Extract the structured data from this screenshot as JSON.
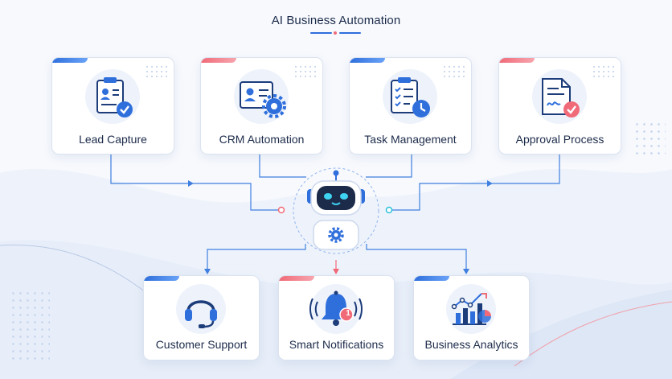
{
  "title": "AI Business Automation",
  "colors": {
    "primary": "#2f6fdc",
    "accent": "#f06a78",
    "navy": "#1c2b4a",
    "cyan": "#29c1d8"
  },
  "top_cards": [
    {
      "label": "Lead Capture",
      "icon": "clipboard-user-check-icon",
      "accent": "blue"
    },
    {
      "label": "CRM Automation",
      "icon": "profile-gear-icon",
      "accent": "pink"
    },
    {
      "label": "Task Management",
      "icon": "checklist-clock-icon",
      "accent": "blue"
    },
    {
      "label": "Approval Process",
      "icon": "document-signature-check-icon",
      "accent": "pink"
    }
  ],
  "hub": {
    "icon": "robot-gear-icon"
  },
  "bottom_cards": [
    {
      "label": "Customer Support",
      "icon": "headset-icon",
      "accent": "blue"
    },
    {
      "label": "Smart Notifications",
      "icon": "bell-notification-icon",
      "accent": "pink",
      "badge": "1"
    },
    {
      "label": "Business Analytics",
      "icon": "bar-chart-trend-icon",
      "accent": "blue"
    }
  ]
}
